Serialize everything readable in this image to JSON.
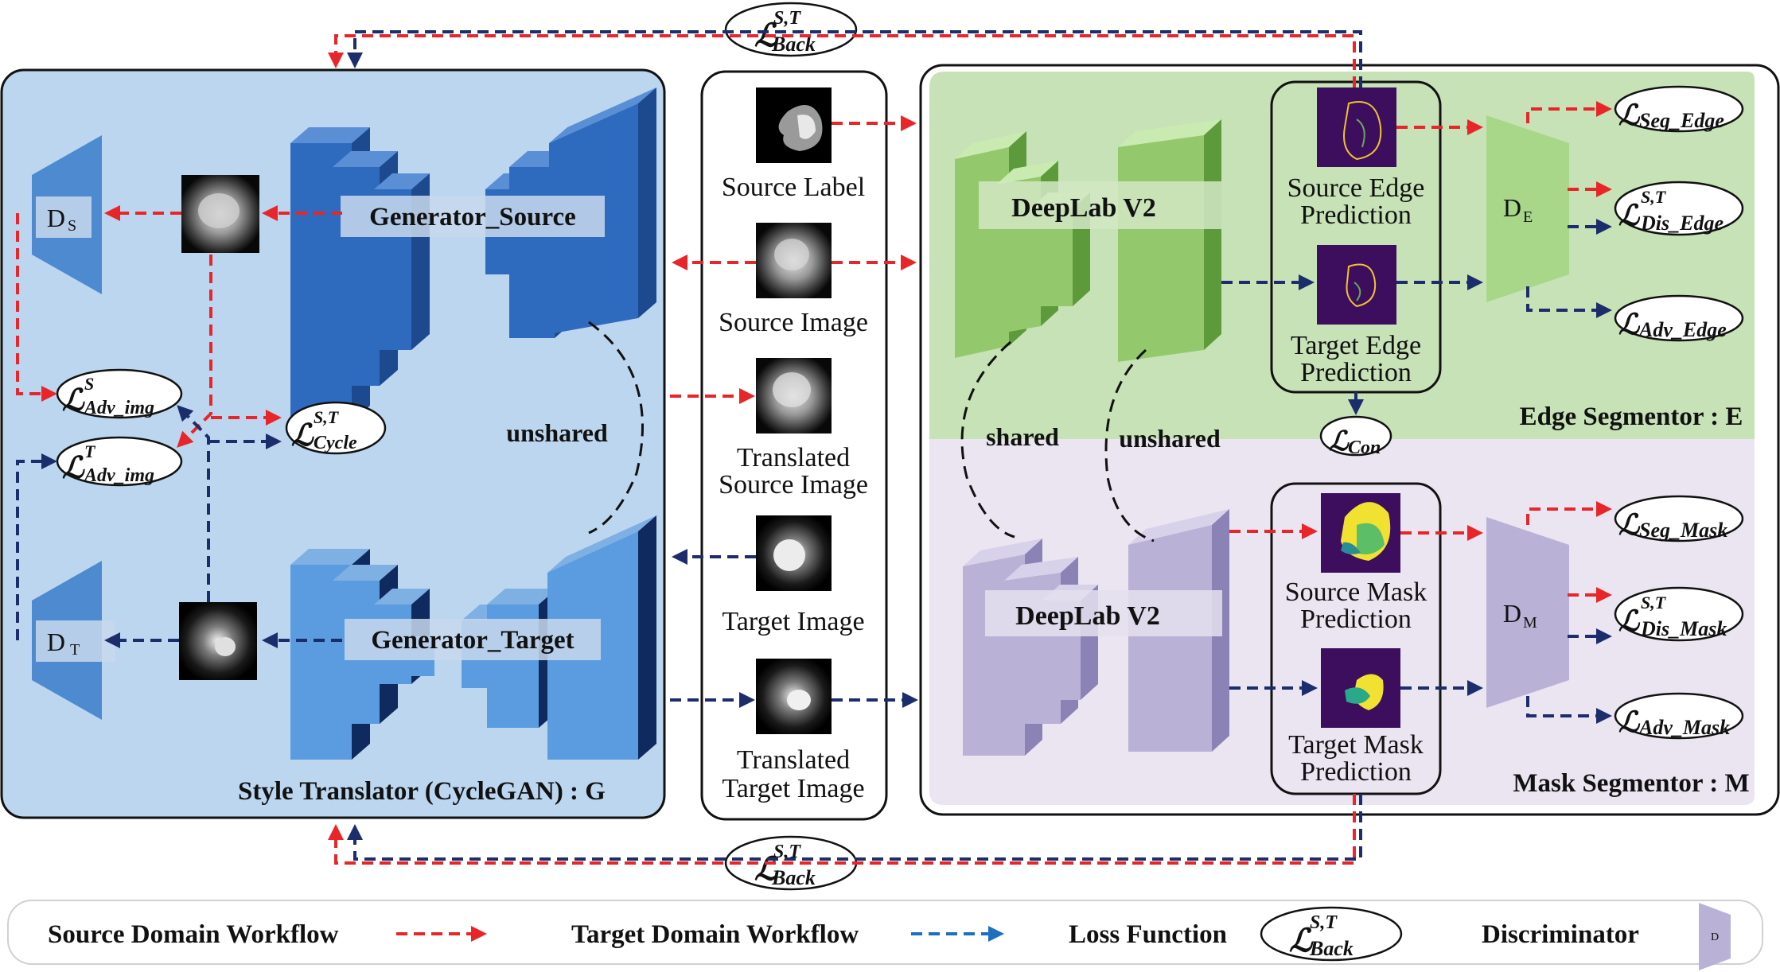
{
  "panels": {
    "style_translator_title": "Style Translator (CycleGAN) : G",
    "edge_segmentor_title": "Edge Segmentor : E",
    "mask_segmentor_title": "Mask Segmentor : M"
  },
  "generators": {
    "source": "Generator_Source",
    "target": "Generator_Target"
  },
  "discriminators": {
    "ds_main": "D",
    "ds_sub": "S",
    "dt_main": "D",
    "dt_sub": "T",
    "de_main": "D",
    "de_sub": "E",
    "dm_main": "D",
    "dm_sub": "M"
  },
  "segmentors": {
    "edge_backbone": "DeepLab V2",
    "mask_backbone": "DeepLab V2"
  },
  "links": {
    "unshared_g": "unshared",
    "shared_seg": "shared",
    "unshared_seg": "unshared"
  },
  "images": {
    "source_label": "Source Label",
    "source_image": "Source Image",
    "translated_source_l1": "Translated",
    "translated_source_l2": "Source Image",
    "target_image": "Target Image",
    "translated_target_l1": "Translated",
    "translated_target_l2": "Target Image"
  },
  "predictions": {
    "source_edge_l1": "Source Edge",
    "source_edge_l2": "Prediction",
    "target_edge_l1": "Target Edge",
    "target_edge_l2": "Prediction",
    "source_mask_l1": "Source Mask",
    "source_mask_l2": "Prediction",
    "target_mask_l1": "Target Mask",
    "target_mask_l2": "Prediction"
  },
  "losses": {
    "L": "ℒ",
    "back_sup": "S,T",
    "back_sub": "Back",
    "adv_img_s_sup": "S",
    "adv_img_s_sub": "Adv_img",
    "adv_img_t_sup": "T",
    "adv_img_t_sub": "Adv_img",
    "cycle_sup": "S,T",
    "cycle_sub": "Cycle",
    "seg_edge_sub": "Seg_Edge",
    "dis_edge_sup": "S,T",
    "dis_edge_sub": "Dis_Edge",
    "adv_edge_sub": "Adv_Edge",
    "con_sub": "Con",
    "seg_mask_sub": "Seg_Mask",
    "dis_mask_sup": "S,T",
    "dis_mask_sub": "Dis_Mask",
    "adv_mask_sub": "Adv_Mask"
  },
  "legend": {
    "source_workflow": "Source Domain Workflow",
    "target_workflow": "Target Domain Workflow",
    "loss_function": "Loss Function",
    "discriminator": "Discriminator",
    "disc_icon_letter": "D"
  },
  "colors": {
    "source_flow": "#e8262a",
    "target_flow": "#1c2d6b",
    "translator_bg": "#bcd6ef",
    "edge_bg": "#c7e2b6",
    "mask_bg": "#ebe5f1",
    "generator_blue": "#2e6bbf",
    "edge_green": "#a9d78a",
    "mask_purple": "#b9b2d6"
  }
}
